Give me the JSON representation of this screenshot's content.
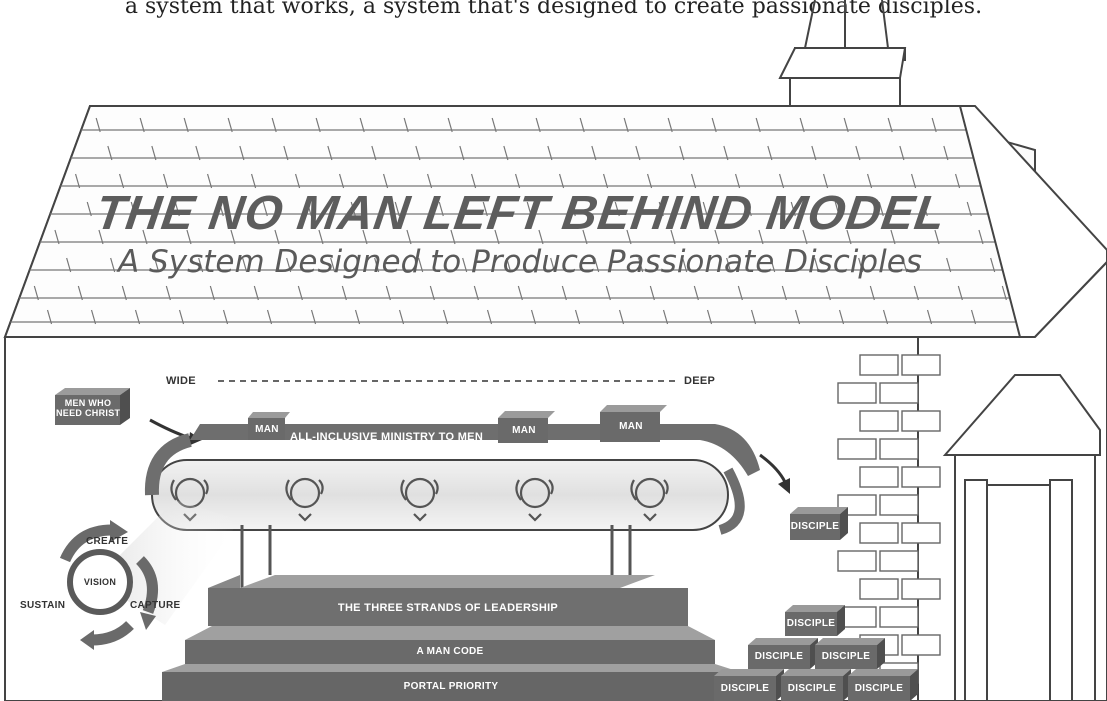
{
  "caption": "a system that works, a system that's designed to create passionate disciples.",
  "title": "THE NO MAN LEFT BEHIND MODEL",
  "subtitle": "A System Designed to Produce Passionate Disciples",
  "spectrum": {
    "left": "WIDE",
    "right": "DEEP"
  },
  "entry_box": [
    "MEN WHO",
    "NEED CHRIST"
  ],
  "belt_label": "ALL-INCLUSIVE MINISTRY TO MEN",
  "man_label": "MAN",
  "disciple_label": "DISCIPLE",
  "cycle": {
    "center": "VISION",
    "top": "CREATE",
    "right": "CAPTURE",
    "left": "SUSTAIN"
  },
  "platform": {
    "top": "THE THREE STRANDS OF LEADERSHIP",
    "middle": "A MAN CODE",
    "bottom": "PORTAL PRIORITY"
  },
  "colors": {
    "box": "#6a6a6a",
    "box_top": "#9a9a9a",
    "belt": "#6e6e6e",
    "line": "#333333"
  }
}
